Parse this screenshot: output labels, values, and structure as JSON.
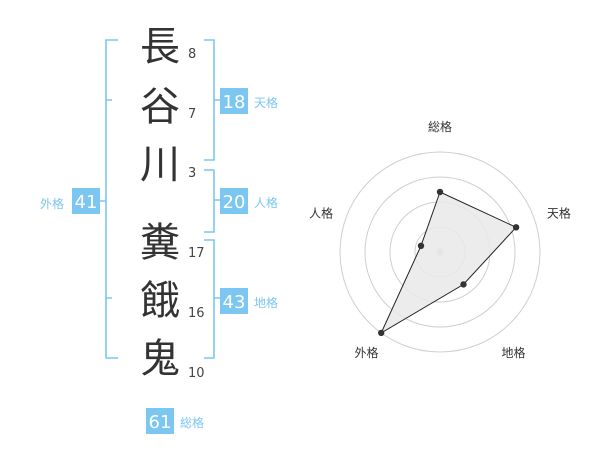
{
  "name": {
    "chars": [
      {
        "char": "長",
        "strokes": "8"
      },
      {
        "char": "谷",
        "strokes": "7"
      },
      {
        "char": "川",
        "strokes": "3"
      },
      {
        "char": "糞",
        "strokes": "17"
      },
      {
        "char": "餓",
        "strokes": "16"
      },
      {
        "char": "鬼",
        "strokes": "10"
      }
    ]
  },
  "fortunes": {
    "tenkaku": {
      "value": "18",
      "label": "天格"
    },
    "jinkaku": {
      "value": "20",
      "label": "人格"
    },
    "chikaku": {
      "value": "43",
      "label": "地格"
    },
    "gaikaku": {
      "value": "41",
      "label": "外格"
    },
    "soukaku": {
      "value": "61",
      "label": "総格"
    }
  },
  "chart_data": {
    "type": "radar",
    "axes": [
      "総格",
      "天格",
      "地格",
      "外格",
      "人格"
    ],
    "values": [
      3,
      4,
      2,
      5,
      1
    ],
    "max": 5,
    "rings": 4
  }
}
